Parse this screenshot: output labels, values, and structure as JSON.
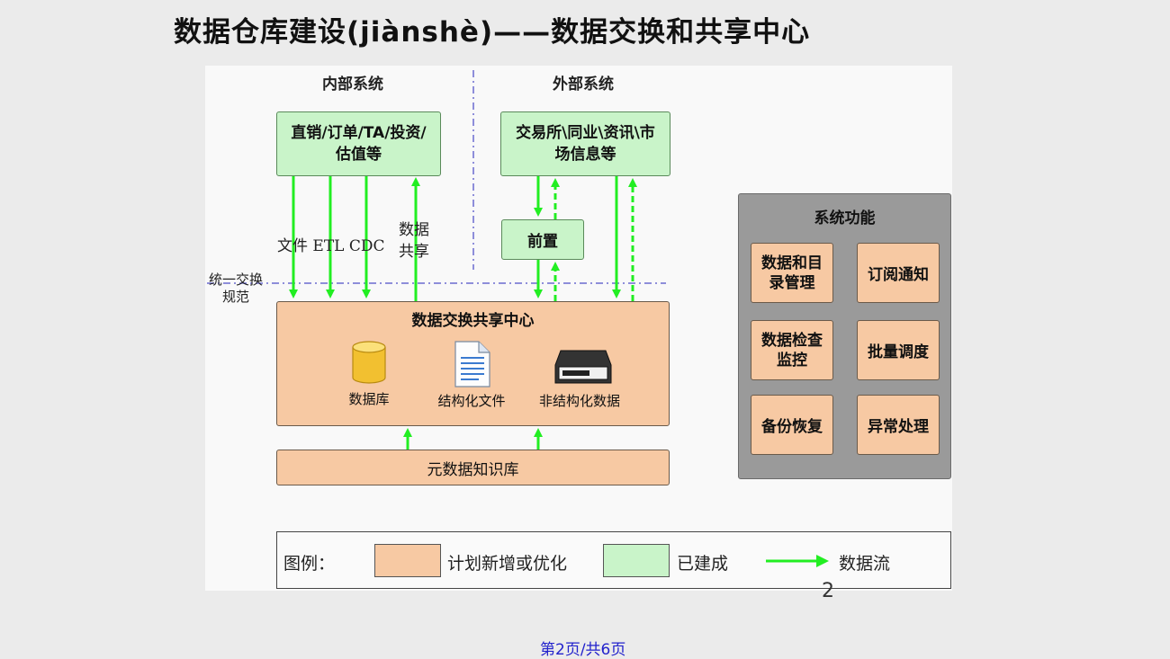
{
  "title": "数据仓库建设(jiànshè)——数据交换和共享中心",
  "sections": {
    "internal": "内部系统",
    "external": "外部系统"
  },
  "internal_source": "直销/订单/TA/投资/估值等",
  "external_source": "交易所\\同业\\资讯\\市场信息等",
  "front_box": "前置",
  "flow_labels": {
    "file_etl_cdc": "文件 ETL CDC",
    "data_share": "数据共享"
  },
  "unified_spec": "统一交换规范",
  "hub": {
    "title": "数据交换共享中心",
    "items": [
      "数据库",
      "结构化文件",
      "非结构化数据"
    ]
  },
  "metadata_box": "元数据知识库",
  "functions": {
    "title": "系统功能",
    "items": [
      "数据和目录管理",
      "订阅通知",
      "数据检查监控",
      "批量调度",
      "备份恢复",
      "异常处理"
    ]
  },
  "legend": {
    "label": "图例：",
    "planned": "计划新增或优化",
    "built": "已建成",
    "flow": "数据流"
  },
  "page_number": "2",
  "footer": "第2页/共6页",
  "colors": {
    "built": "#c9f4c9",
    "planned": "#f7c9a3",
    "flow_arrow": "#22ee22",
    "panel": "#9a9a9a"
  }
}
